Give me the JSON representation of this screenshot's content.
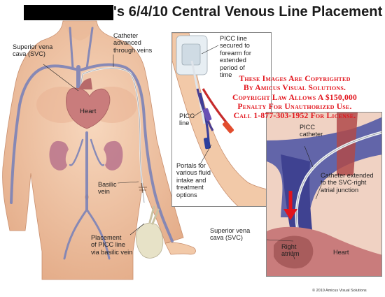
{
  "title": "'s 6/4/10 Central Venous Line Placement",
  "labels": {
    "svc_main": [
      "Superior vena",
      "cava (SVC)"
    ],
    "catheter_adv": [
      "Catheter",
      "advanced",
      "through veins"
    ],
    "heart_main": "Heart",
    "basilic": [
      "Basilic",
      "vein"
    ],
    "placement": [
      "Placement",
      "of PICC line",
      "via basilic vein"
    ],
    "picc_secured": [
      "PICC line",
      "secured to",
      "forearm for",
      "extended",
      "period of",
      "time"
    ],
    "picc_line": [
      "PICC",
      "line"
    ],
    "portals": [
      "Portals for",
      "various fluid",
      "intake and",
      "treatment",
      "options"
    ],
    "picc_catheter": [
      "PICC",
      "catheter"
    ],
    "catheter_ext": [
      "Catheter extended",
      "to the SVC-right",
      "atrial junction"
    ],
    "svc_detail": [
      "Superior vena",
      "cava (SVC)"
    ],
    "right_atrium": [
      "Right",
      "atrium"
    ],
    "heart_detail": "Heart"
  },
  "copyright": [
    "These Images Are Copyrighted",
    "By Amicus Visual Solutions.",
    "Copyright Law Allows A $150,000",
    "Penalty For Unauthorized Use.",
    "Call 1-877-303-1952 For License."
  ],
  "credit": "© 2010 Amicus Visual Solutions",
  "colors": {
    "skin": "#f2c9a8",
    "vein": "#7c83b8",
    "catheter": "#e8ecef",
    "heart": "#c97c7c",
    "copyright": "#e2141c"
  }
}
